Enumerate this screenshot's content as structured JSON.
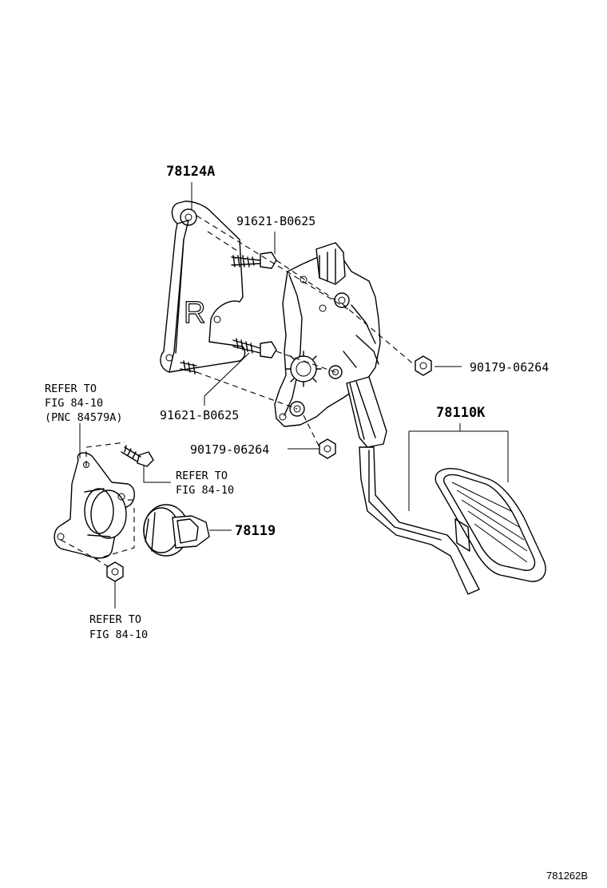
{
  "labels": {
    "part_78124A": "78124A",
    "part_91621_top": "91621-B0625",
    "part_90179_right": "90179-06264",
    "part_91621_bottom": "91621-B0625",
    "part_90179_bottom": "90179-06264",
    "part_78110K": "78110K",
    "part_78119": "78119",
    "refer_tl_line1": "REFER TO",
    "refer_tl_line2": "FIG 84-10",
    "refer_tl_line3": "(PNC 84579A)",
    "refer_mid_line1": "REFER TO",
    "refer_mid_line2": "FIG 84-10",
    "refer_bot_line1": "REFER TO",
    "refer_bot_line2": "FIG 84-10",
    "bracket_letter": "R",
    "figure_code": "781262B"
  }
}
